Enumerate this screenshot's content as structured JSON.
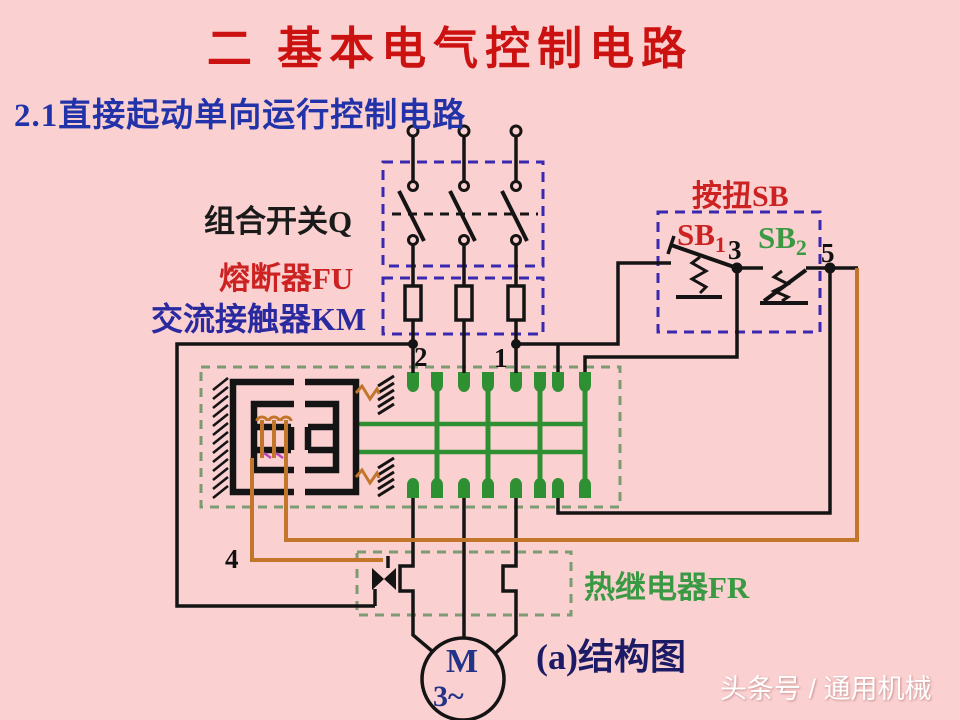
{
  "page": {
    "title": "二 基本电气控制电路",
    "subtitle": "2.1直接起动单向运行控制电路",
    "caption": "(a)结构图",
    "watermark": "头条号 / 通用机械"
  },
  "labels": {
    "combination_switch": "组合开关Q",
    "fuse": "熔断器FU",
    "ac_contactor": "交流接触器KM",
    "button_group": "按扭SB",
    "sb1_base": "SB",
    "sb1_sub": "1",
    "sb2_base": "SB",
    "sb2_sub": "2",
    "thermal_relay": "热继电器FR",
    "motor_letter": "M",
    "motor_phase": "3~"
  },
  "nodes": {
    "n1": "1",
    "n2": "2",
    "n3": "3",
    "n4": "4",
    "n5": "5"
  },
  "colors": {
    "background": "#fbd0d0",
    "title_red": "#cc1111",
    "subtitle_blue": "#2233aa",
    "contactor_blue": "#2a2aa0",
    "label_green": "#3a9a43",
    "wire_black": "#141414",
    "coil_orange": "#c2762b",
    "contact_green": "#2f8f33",
    "dashed_box_blue": "#3a28b0",
    "dashed_box_green": "#7d9b72",
    "watermark_white": "#ffffff"
  }
}
